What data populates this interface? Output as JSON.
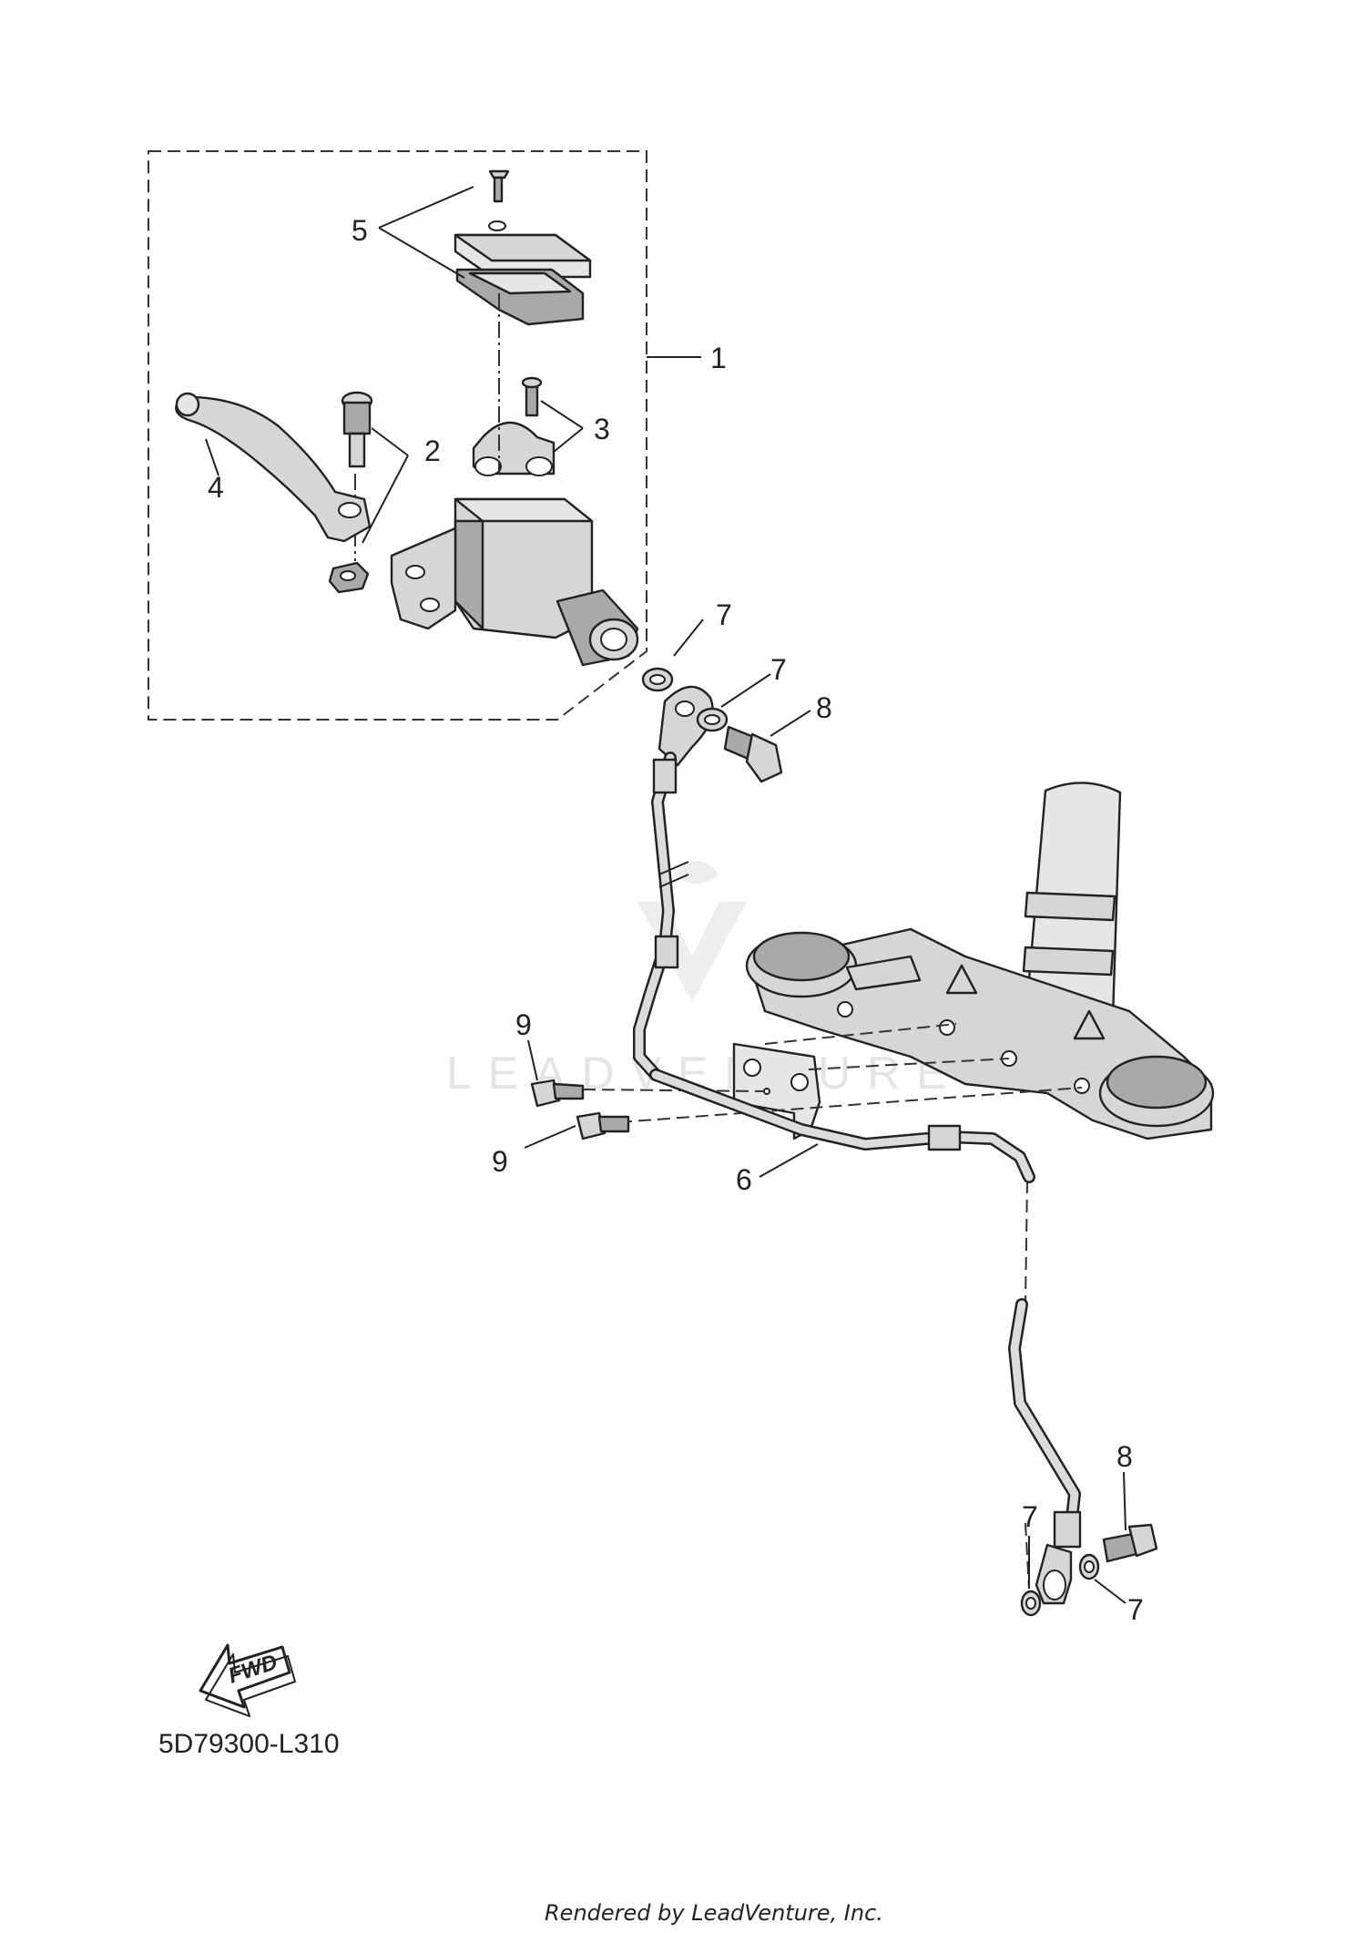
{
  "diagram": {
    "callouts": {
      "c1": "1",
      "c2": "2",
      "c3": "3",
      "c4": "4",
      "c5": "5",
      "c6": "6",
      "c7a": "7",
      "c7b": "7",
      "c7c": "7",
      "c7d": "7",
      "c8a": "8",
      "c8b": "8",
      "c9a": "9",
      "c9b": "9"
    },
    "fwd_arrow_label": "FWD",
    "diagram_code": "5D79300-L310",
    "footer": "Rendered by LeadVenture, Inc.",
    "watermark": "LEADVENTURE"
  }
}
